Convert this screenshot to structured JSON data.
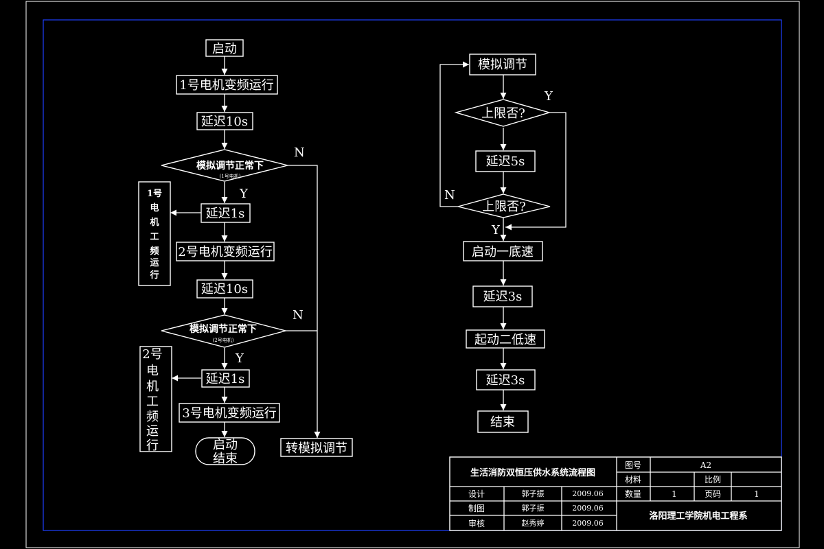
{
  "left_chart": {
    "start": "启动",
    "motor1_run": "1号电机变频运行",
    "delay1": "延迟10s",
    "decision1": {
      "main": "模拟调节正常下",
      "sub": "(1号电机)",
      "yes": "Y",
      "no": "N"
    },
    "delay2": "延迟1s",
    "side1": [
      "1号",
      "电",
      "机",
      "工",
      "频",
      "运",
      "行"
    ],
    "motor2_run": "2号电机变频运行",
    "delay3": "延迟10s",
    "decision2": {
      "main": "模拟调节正常下",
      "sub": "(2号电机)",
      "yes": "Y",
      "no": "N"
    },
    "delay4": "延迟1s",
    "side2": [
      "2号",
      "电",
      "机",
      "工",
      "频",
      "运",
      "行"
    ],
    "motor3_run": "3号电机变频运行",
    "end": [
      "启动",
      "结束"
    ],
    "to_analog": "转模拟调节"
  },
  "right_chart": {
    "analog": "模拟调节",
    "upper1": "上限否?",
    "yes1": "Y",
    "delay5": "延迟5s",
    "upper2": "上限否?",
    "no2": "N",
    "yes2": "Y",
    "start_low1": "启动一底速",
    "delay6": "延迟3s",
    "start_low2": "起动二低速",
    "delay7": "延迟3s",
    "end": "结束"
  },
  "title_block": {
    "title": "生活消防双恒压供水系统流程图",
    "drawing_no_label": "图号",
    "drawing_no": "A2",
    "material_label": "材料",
    "scale_label": "比例",
    "qty_label": "数量",
    "qty": "1",
    "page_label": "页码",
    "page": "1",
    "rows": [
      {
        "role": "设计",
        "name": "郭子振",
        "date": "2009.06"
      },
      {
        "role": "制图",
        "name": "郭子振",
        "date": "2009.06"
      },
      {
        "role": "审核",
        "name": "赵秀婷",
        "date": "2009.06"
      }
    ],
    "org": "洛阳理工学院机电工程系"
  }
}
